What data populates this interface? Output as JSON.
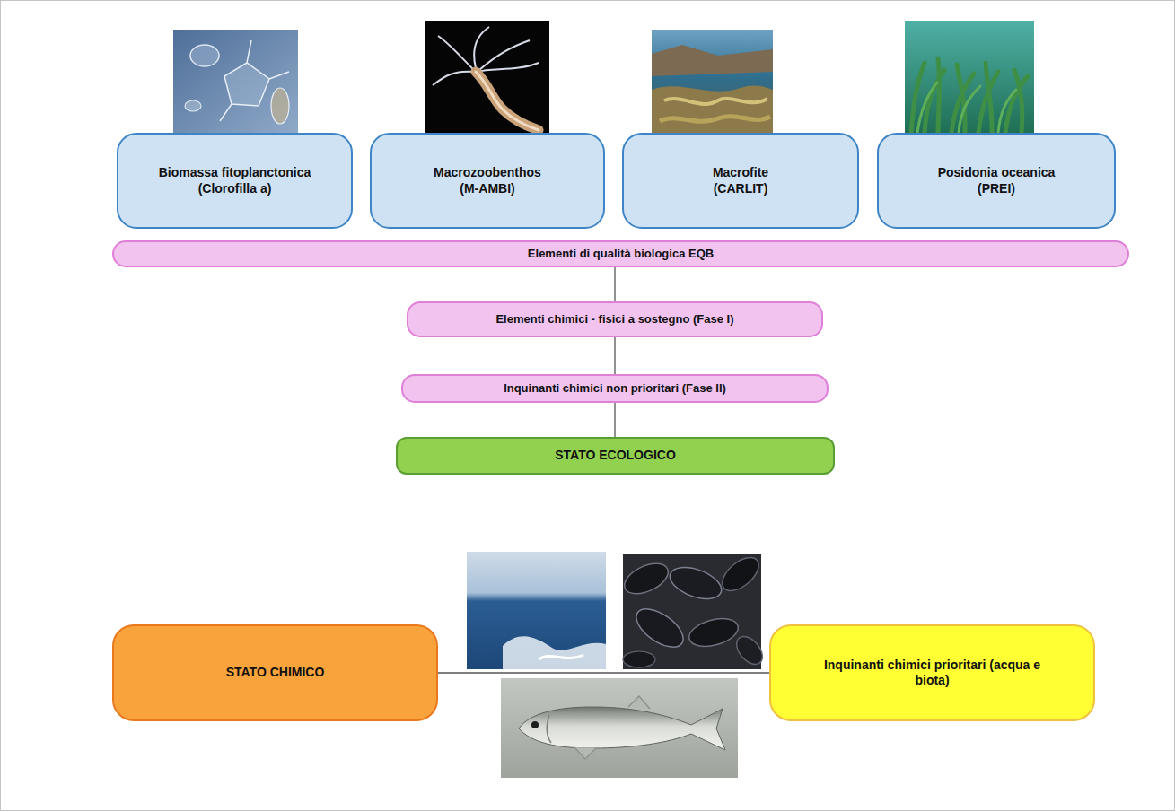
{
  "diagram": {
    "nodes": [
      {
        "text": [
          "Biomassa fitoplanctonica (Clorofilla a)"
        ]
      },
      {
        "text": [
          "Macrozoobenthos (M-AMBI)"
        ]
      },
      {
        "text": [
          "Macrofite (CARLIT)"
        ]
      },
      {
        "text": [
          "Posidonia oceanica (PREI)"
        ]
      },
      {
        "text": [
          "Elementi di qualità biologica EQB"
        ]
      },
      {
        "text": [
          "Elementi chimici - fisici a sostegno (Fase I)"
        ]
      },
      {
        "text": [
          "Inquinanti chimici non prioritari (Fase II)"
        ]
      },
      {
        "text": [
          "STATO ECOLOGICO"
        ]
      },
      {
        "text": [
          "STATO CHIMICO"
        ]
      },
      {
        "text": [
          "Inquinanti chimici prioritari (acqua e biota)"
        ]
      }
    ],
    "edges": [
      {
        "from": 4,
        "to": 5,
        "arrow": "none"
      },
      {
        "from": 5,
        "to": 6,
        "arrow": "none"
      },
      {
        "from": 6,
        "to": 7,
        "arrow": "none"
      },
      {
        "from": 8,
        "to": 9,
        "arrow": "none"
      }
    ]
  }
}
